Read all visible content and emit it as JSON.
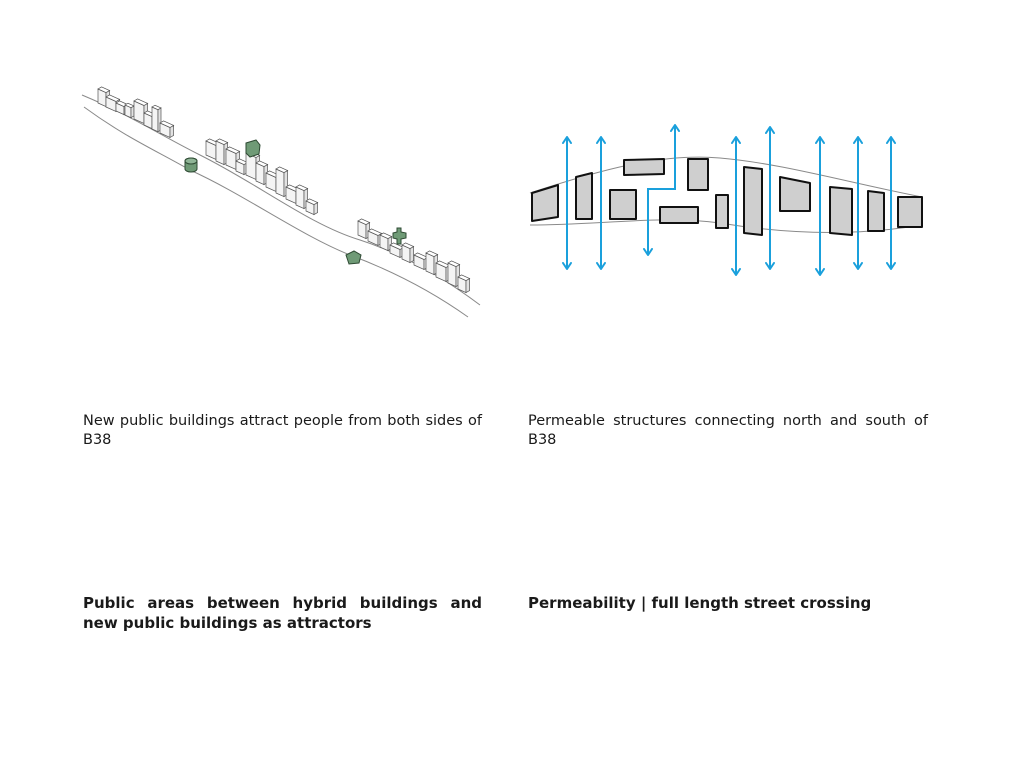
{
  "left_panel": {
    "caption": "New public buildings attract people from both sides of B38",
    "heading": "Public areas between hybrid buildings and new public buildings as attractors"
  },
  "right_panel": {
    "caption": "Permeable structures connecting north and south of B38",
    "heading": "Permeability | full length street crossing"
  },
  "colors": {
    "arrow": "#1aa0dc",
    "block_fill": "#cfcfcf",
    "block_stroke": "#111111",
    "public_building": "#6f9a76",
    "street_line": "#8a8a8a"
  }
}
